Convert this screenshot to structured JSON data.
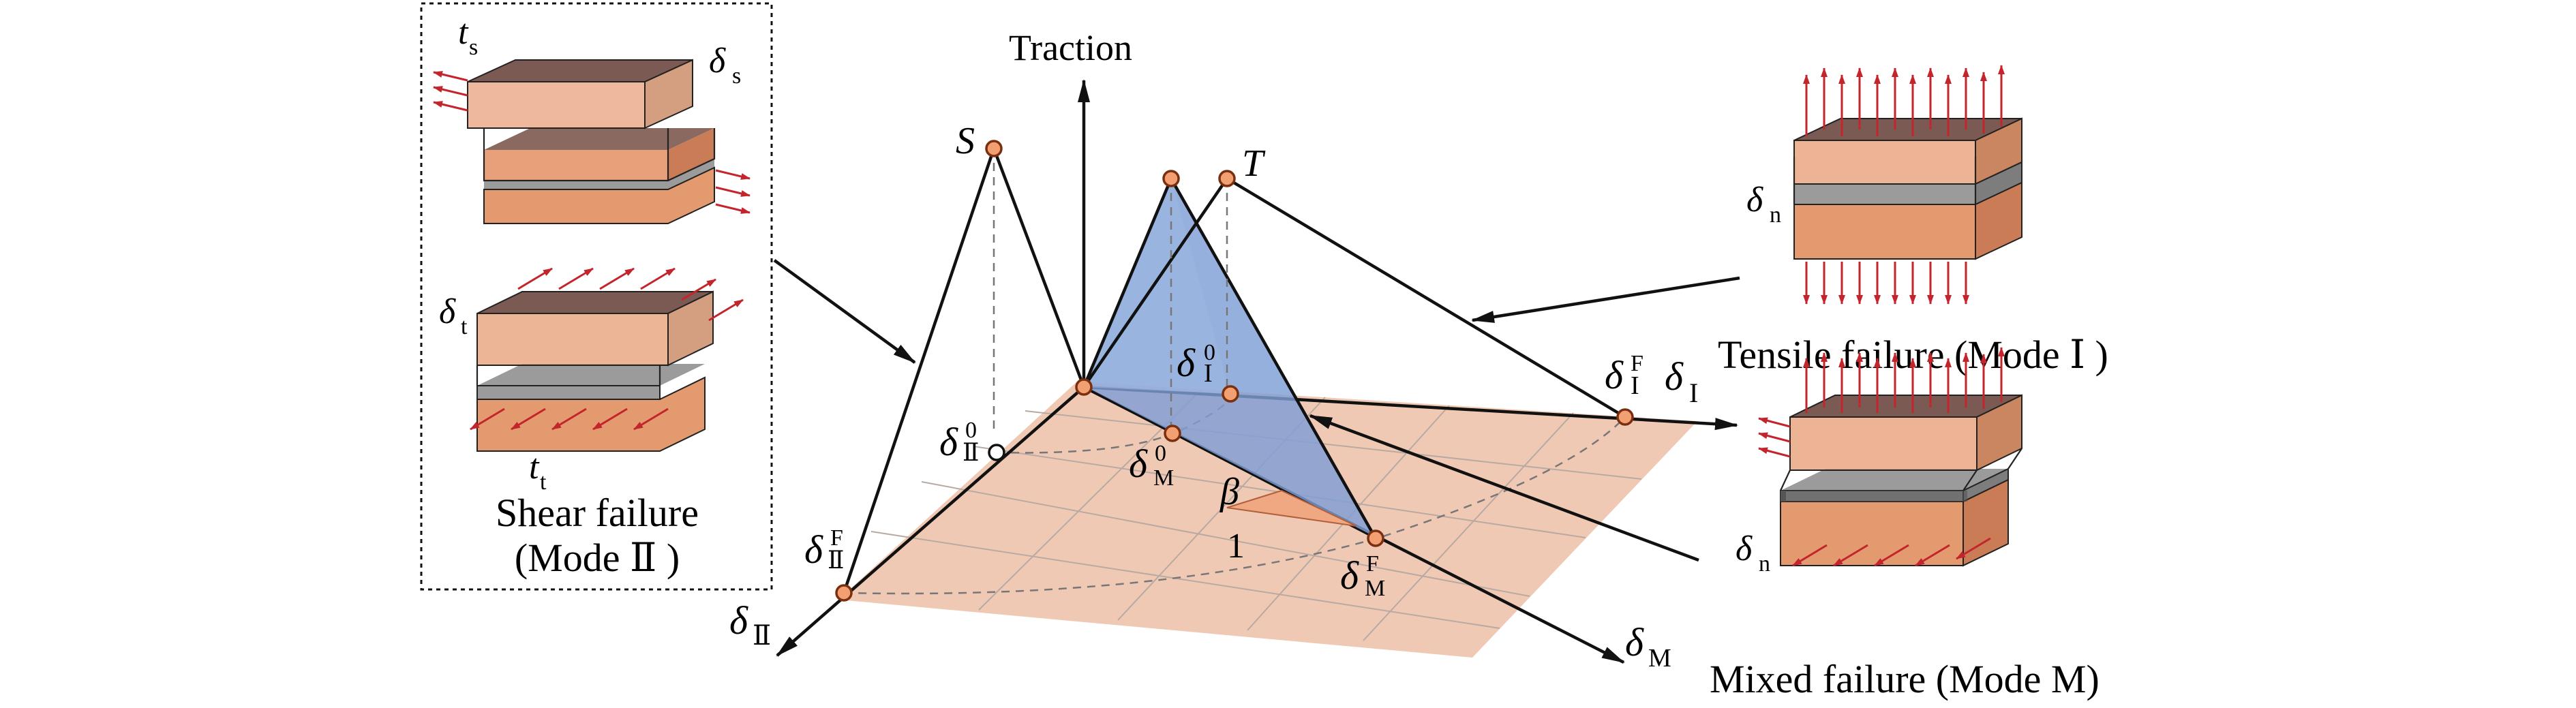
{
  "labels": {
    "traction": "Traction",
    "S": "S",
    "T": "T",
    "delta": "δ",
    "sub_I": "I",
    "sub_II": "Ⅱ",
    "sub_M": "M",
    "sup_0": "0",
    "sup_F": "F",
    "beta": "β",
    "one": "1"
  },
  "shear_panel": {
    "t_s": "t",
    "t_s_sub": "s",
    "delta_s": "δ",
    "delta_s_sub": "s",
    "delta_t": "δ",
    "delta_t_sub": "t",
    "t_t": "t",
    "t_t_sub": "t",
    "caption_line1": "Shear failure",
    "caption_line2": "(Mode Ⅱ )"
  },
  "tensile_panel": {
    "delta_n": "δ",
    "delta_n_sub": "n",
    "caption": "Tensile failure (Mode Ⅰ )"
  },
  "mixed_panel": {
    "delta_n": "δ",
    "delta_n_sub": "n",
    "caption": "Mixed failure (Mode M)"
  },
  "colors": {
    "plane": "#f0c9b5",
    "triangle": "#7f9fd6",
    "block_upper": "#e39a6e",
    "block_lower": "#e8a07a",
    "cohesive_layer": "#9b9b9b",
    "top_face": "#8a6a60",
    "arrow": "#c4252c",
    "point": "#f2a071"
  }
}
